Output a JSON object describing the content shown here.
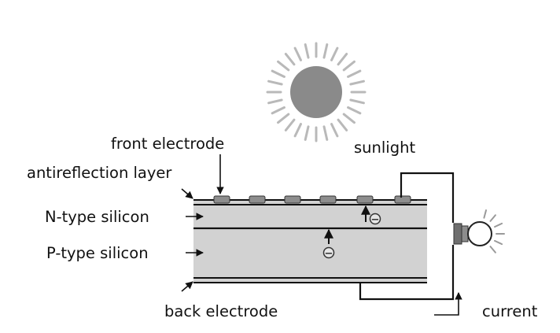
{
  "labels": {
    "front_electrode": "front electrode",
    "sunlight": "sunlight",
    "antireflection_layer": "antireflection layer",
    "n_type_silicon": "N-type silicon",
    "p_type_silicon": "P-type silicon",
    "back_electrode": "back electrode",
    "current": "current"
  },
  "symbols": {
    "electron": "−"
  },
  "colors": {
    "sun": "#8a8a8a",
    "ray": "#b9b9b9",
    "silicon": "#d2d2d2",
    "line": "#111111",
    "electrode": "#8d8d8d",
    "bulb_base": "#6f6f6f"
  }
}
